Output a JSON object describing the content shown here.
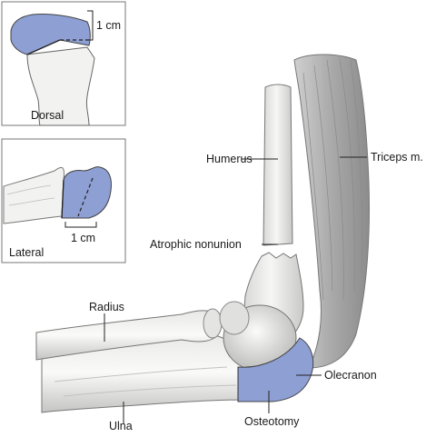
{
  "insets": {
    "dorsal": {
      "view_label": "Dorsal",
      "scale_label": "1 cm"
    },
    "lateral": {
      "view_label": "Lateral",
      "scale_label": "1 cm"
    }
  },
  "labels": {
    "humerus": "Humerus",
    "triceps": "Triceps m.",
    "atrophic_nonunion": "Atrophic nonunion",
    "radius": "Radius",
    "olecranon": "Olecranon",
    "ulna": "Ulna",
    "osteotomy": "Osteotomy"
  },
  "colors": {
    "highlight": "#8d9fd3",
    "bone": "#ececea",
    "bone_shade": "#bdbdbd",
    "muscle": "#b5b5b5",
    "outline": "#555555"
  }
}
